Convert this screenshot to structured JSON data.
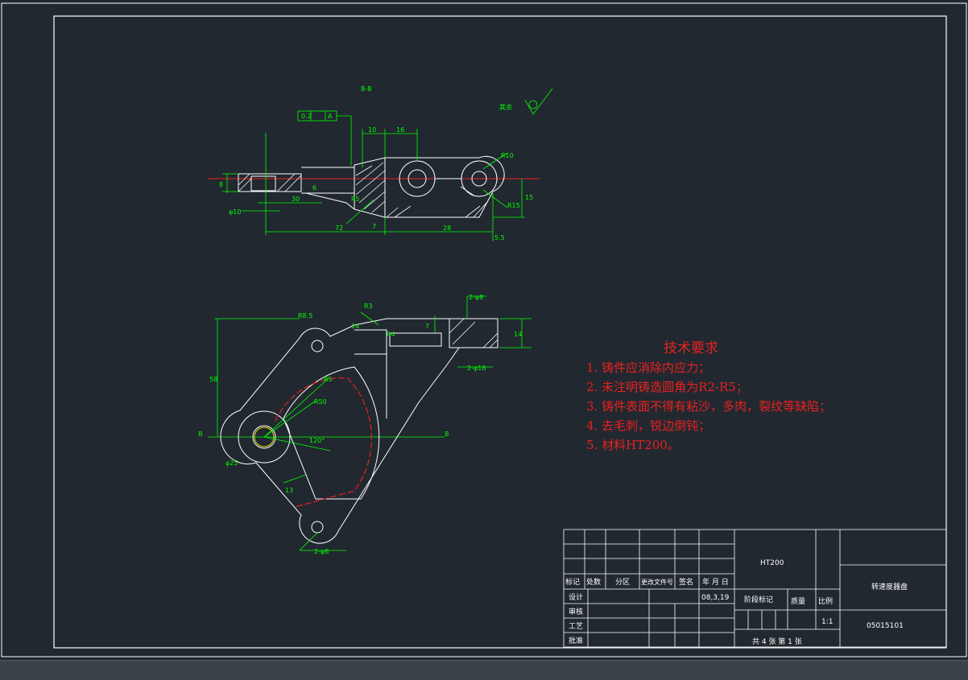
{
  "drawing": {
    "section_label": "B-B",
    "surface_note": "其余",
    "geo_tolerance": {
      "value": "0.2",
      "datum": "A"
    },
    "dims_top": [
      "10",
      "16",
      "R10",
      "R15",
      "15",
      "8",
      "6",
      "30",
      "φ10",
      "72",
      "7",
      "28",
      "5.5",
      "R5"
    ],
    "dims_bottom": [
      "R8.5",
      "R3",
      "R4",
      "2-φ8",
      "7",
      "14",
      "14",
      "58",
      "2-φ18",
      "R5",
      "R50",
      "120°",
      "13",
      "φ25",
      "2-φ6"
    ],
    "section_marker": "B"
  },
  "requirements": {
    "title": "技术要求",
    "items": [
      "1. 铸件应消除内应力；",
      "2. 未注明铸造圆角为R2-R5；",
      "3. 铸件表面不得有粘沙，多肉，裂纹等缺陷；",
      "4. 去毛刺，锐边倒钝；",
      "5. 材料HT200。"
    ]
  },
  "title_block": {
    "material": "HT200",
    "part_name": "转速度器盘",
    "drawing_no": "05015101",
    "scale_label": "比例",
    "scale": "1:1",
    "stage_label": "阶段标记",
    "weight_label": "质量",
    "sheets": "共 4 张   第 1 张",
    "date": "08,3,19",
    "hdr": [
      "标记",
      "处数",
      "分区",
      "更改文件号",
      "签名",
      "年 月 日"
    ],
    "rows": [
      "设计",
      "审核",
      "工艺",
      "批准"
    ]
  }
}
